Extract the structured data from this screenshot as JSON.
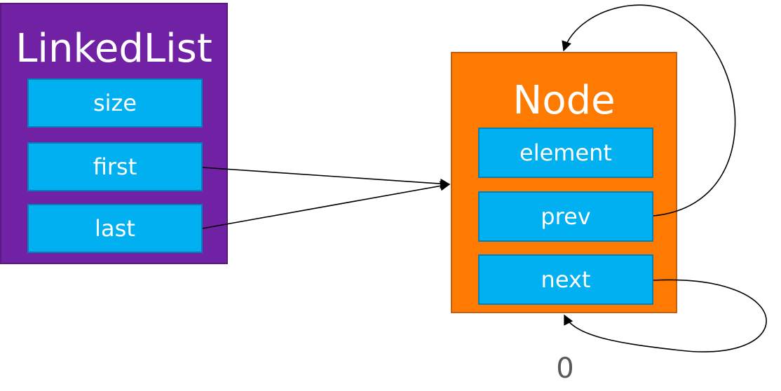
{
  "linked_list": {
    "title": "LinkedList",
    "fields": [
      "size",
      "first",
      "last"
    ]
  },
  "node": {
    "title": "Node",
    "fields": [
      "element",
      "prev",
      "next"
    ]
  },
  "bottom_label": "0",
  "colors": {
    "linked_list_fill": "#7121a3",
    "node_fill": "#ff7a00",
    "field_fill": "#00b0f0",
    "arrow": "#000000"
  }
}
